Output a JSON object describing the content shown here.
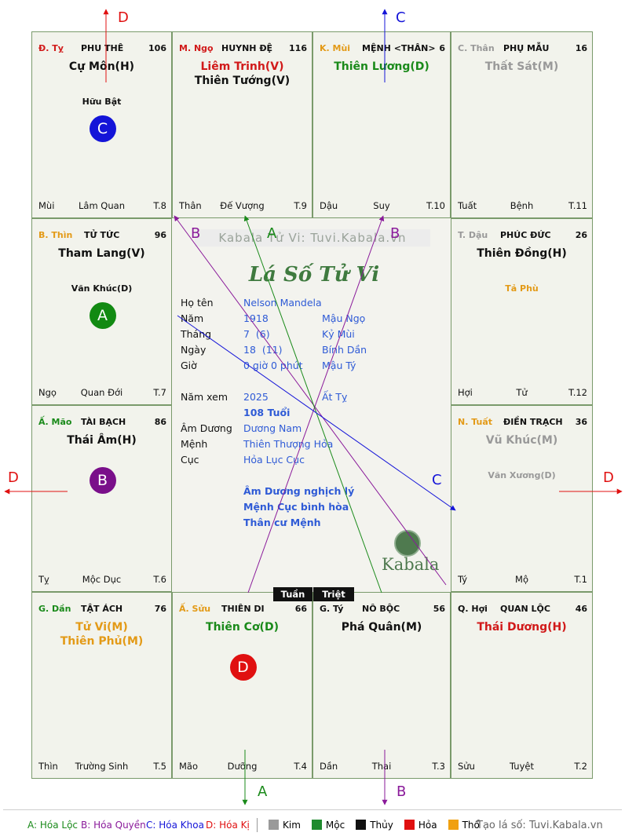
{
  "palaces": [
    {
      "id": "ty_snake",
      "stem": "Đ. Tỵ",
      "stem_color": "#d11a1a",
      "palace": "PHU THÊ",
      "num": "106",
      "stars": [
        {
          "t": "Cự Môn(H)",
          "c": "#111"
        }
      ],
      "minor": "Hữu Bật",
      "minor_color": "#111",
      "bottom_left": "Mùi",
      "bottom_center": "Lâm Quan",
      "bottom_right": "T.8",
      "dot": {
        "letter": "C",
        "color": "#1414d8"
      }
    },
    {
      "id": "ngo_horse",
      "stem": "M. Ngọ",
      "stem_color": "#d11a1a",
      "palace": "HUYNH ĐỆ",
      "num": "116",
      "stars": [
        {
          "t": "Liêm Trinh(V)",
          "c": "#d11a1a"
        },
        {
          "t": "Thiên Tướng(V)",
          "c": "#111"
        }
      ],
      "bottom_left": "Thân",
      "bottom_center": "Đế Vượng",
      "bottom_right": "T.9"
    },
    {
      "id": "mui_goat",
      "stem": "K. Mùi",
      "stem_color": "#e39a17",
      "palace": "MỆNH <THÂN>",
      "num": "6",
      "stars": [
        {
          "t": "Thiên Lương(D)",
          "c": "#1a8a1a"
        }
      ],
      "bottom_left": "Dậu",
      "bottom_center": "Suy",
      "bottom_right": "T.10"
    },
    {
      "id": "than_monkey",
      "stem": "C. Thân",
      "stem_color": "#999",
      "palace": "PHỤ MẪU",
      "num": "16",
      "stars": [
        {
          "t": "Thất Sát(M)",
          "c": "#999"
        }
      ],
      "bottom_left": "Tuất",
      "bottom_center": "Bệnh",
      "bottom_right": "T.11"
    },
    {
      "id": "thin_dragon",
      "stem": "B. Thìn",
      "stem_color": "#e39a17",
      "palace": "TỬ TỨC",
      "num": "96",
      "stars": [
        {
          "t": "Tham Lang(V)",
          "c": "#111"
        }
      ],
      "minor": "Văn Khúc(D)",
      "minor_color": "#111",
      "bottom_left": "Ngọ",
      "bottom_center": "Quan Đới",
      "bottom_right": "T.7",
      "dot": {
        "letter": "A",
        "color": "#128a12"
      }
    },
    {
      "id": "dau_rooster",
      "stem": "T. Dậu",
      "stem_color": "#999",
      "palace": "PHÚC ĐỨC",
      "num": "26",
      "stars": [
        {
          "t": "Thiên Đồng(H)",
          "c": "#111"
        }
      ],
      "minor": "Tả Phù",
      "minor_color": "#e39a17",
      "bottom_left": "Hợi",
      "bottom_center": "Tử",
      "bottom_right": "T.12"
    },
    {
      "id": "mao_rabbit",
      "stem": "Ấ. Mão",
      "stem_color": "#1a8a1a",
      "palace": "TÀI BẠCH",
      "num": "86",
      "stars": [
        {
          "t": "Thái Âm(H)",
          "c": "#111"
        }
      ],
      "bottom_left": "Tỵ",
      "bottom_center": "Mộc Dục",
      "bottom_right": "T.6",
      "dot": {
        "letter": "B",
        "color": "#7a0f8a"
      }
    },
    {
      "id": "tuat_dog",
      "stem": "N. Tuất",
      "stem_color": "#e39a17",
      "palace": "ĐIỀN TRẠCH",
      "num": "36",
      "stars": [
        {
          "t": "Vũ Khúc(M)",
          "c": "#999"
        }
      ],
      "minor": "Văn Xương(D)",
      "minor_color": "#999",
      "bottom_left": "Tý",
      "bottom_center": "Mộ",
      "bottom_right": "T.1"
    },
    {
      "id": "dan_tiger",
      "stem": "G. Dần",
      "stem_color": "#1a8a1a",
      "palace": "TẬT ÁCH",
      "num": "76",
      "stars": [
        {
          "t": "Tử Vi(M)",
          "c": "#e39a17"
        },
        {
          "t": "Thiên Phủ(M)",
          "c": "#e39a17"
        }
      ],
      "bottom_left": "Thìn",
      "bottom_center": "Trường Sinh",
      "bottom_right": "T.5"
    },
    {
      "id": "suu_ox",
      "stem": "Ấ. Sửu",
      "stem_color": "#e39a17",
      "palace": "THIÊN DI",
      "num": "66",
      "stars": [
        {
          "t": "Thiên Cơ(D)",
          "c": "#1a8a1a"
        }
      ],
      "bottom_left": "Mão",
      "bottom_center": "Dưỡng",
      "bottom_right": "T.4",
      "dot": {
        "letter": "D",
        "color": "#e01010"
      }
    },
    {
      "id": "ty_rat",
      "stem": "G. Tý",
      "stem_color": "#111",
      "palace": "NÔ BỘC",
      "num": "56",
      "stars": [
        {
          "t": "Phá Quân(M)",
          "c": "#111"
        }
      ],
      "bottom_left": "Dần",
      "bottom_center": "Thai",
      "bottom_right": "T.3"
    },
    {
      "id": "hoi_pig",
      "stem": "Q. Hợi",
      "stem_color": "#111",
      "palace": "QUAN LỘC",
      "num": "46",
      "stars": [
        {
          "t": "Thái Dương(H)",
          "c": "#d11a1a"
        }
      ],
      "bottom_left": "Sửu",
      "bottom_center": "Tuyệt",
      "bottom_right": "T.2"
    }
  ],
  "center": {
    "watermark": "Kabala Tử Vi: Tuvi.Kabala.vn",
    "heading": "Lá Số Tử Vi",
    "rows": [
      {
        "label": "Họ tên",
        "v1": "Nelson Mandela",
        "v2": ""
      },
      {
        "label": "Năm",
        "v1": "1918",
        "v2": "Mậu Ngọ"
      },
      {
        "label": "Tháng",
        "v1": "7  (6)",
        "v2": "Kỷ Mùi"
      },
      {
        "label": "Ngày",
        "v1": "18  (11)",
        "v2": "Bính Dần"
      },
      {
        "label": "Giờ",
        "v1": "0 giờ 0 phút",
        "v2": "Mậu Tý"
      }
    ],
    "year_label": "Năm xem",
    "year_val": "2025",
    "year_can": "Ất Tỵ",
    "age": "108 Tuổi",
    "rows2": [
      {
        "label": "Âm Dương",
        "v1": "Dương Nam"
      },
      {
        "label": "Mệnh",
        "v1": "Thiên Thượng Hỏa"
      },
      {
        "label": "Cục",
        "v1": "Hỏa Lục Cục"
      }
    ],
    "notes": [
      "Âm Dương nghịch lý",
      "Mệnh Cục bình hòa",
      "Thân cư Mệnh"
    ],
    "logo": "Kabala"
  },
  "tags": [
    "Tuần",
    "Triệt"
  ],
  "markers": {
    "top_d": "D",
    "top_c": "C",
    "left_d": "D",
    "right_d": "D",
    "bottom_a": "A",
    "bottom_b": "B",
    "inner_b1": "B",
    "inner_a": "A",
    "inner_b2": "B",
    "inner_c": "C"
  },
  "legend": {
    "a": "A: Hóa Lộc",
    "b": "B: Hóa Quyền",
    "c": "C: Hóa Khoa",
    "d": "D: Hóa Kị",
    "elements": [
      {
        "name": "Kim",
        "color": "#9a9a9a"
      },
      {
        "name": "Mộc",
        "color": "#1f8a2e"
      },
      {
        "name": "Thủy",
        "color": "#111111"
      },
      {
        "name": "Hỏa",
        "color": "#e01010"
      },
      {
        "name": "Thổ",
        "color": "#f0a010"
      }
    ],
    "credit": "Tạo lá số: Tuvi.Kabala.vn"
  }
}
